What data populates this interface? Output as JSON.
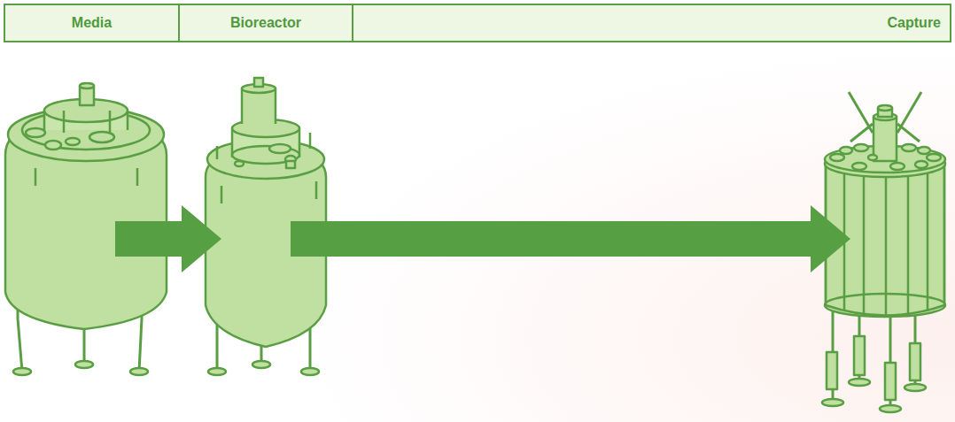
{
  "diagram": {
    "nodes": [
      {
        "text": [
          "Media"
        ]
      },
      {
        "text": [
          "Bioreactor"
        ]
      },
      {
        "text": [
          "Capture"
        ]
      }
    ]
  }
}
